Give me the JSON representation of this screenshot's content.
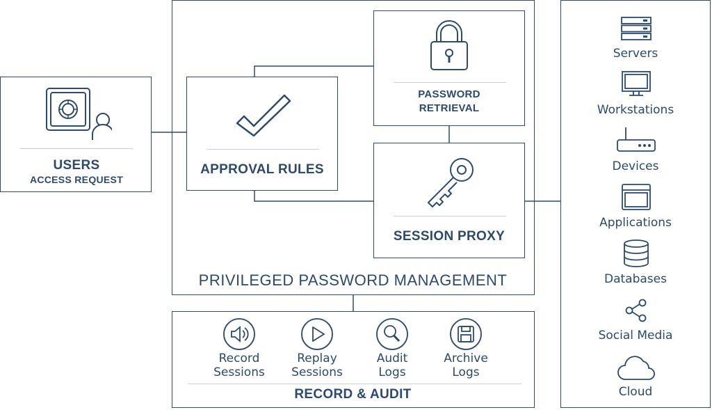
{
  "users": {
    "title": "USERS",
    "subtitle": "ACCESS REQUEST"
  },
  "approval": {
    "label": "APPROVAL RULES"
  },
  "password": {
    "line1": "PASSWORD",
    "line2": "RETRIEVAL"
  },
  "proxy": {
    "label": "SESSION PROXY"
  },
  "ppm": {
    "label": "PRIVILEGED PASSWORD MANAGEMENT"
  },
  "audit": {
    "label": "RECORD & AUDIT",
    "items": [
      {
        "line1": "Record",
        "line2": "Sessions",
        "icon": "speaker-icon"
      },
      {
        "line1": "Replay",
        "line2": "Sessions",
        "icon": "play-icon"
      },
      {
        "line1": "Audit",
        "line2": "Logs",
        "icon": "magnifier-icon"
      },
      {
        "line1": "Archive",
        "line2": "Logs",
        "icon": "floppy-icon"
      }
    ]
  },
  "targets": [
    {
      "label": "Servers",
      "icon": "server-icon"
    },
    {
      "label": "Workstations",
      "icon": "monitor-icon"
    },
    {
      "label": "Devices",
      "icon": "router-icon"
    },
    {
      "label": "Applications",
      "icon": "app-window-icon"
    },
    {
      "label": "Databases",
      "icon": "database-icon"
    },
    {
      "label": "Social Media",
      "icon": "share-icon"
    },
    {
      "label": "Cloud",
      "icon": "cloud-icon"
    }
  ],
  "colors": {
    "primary": "#2b4a6e",
    "separator": "#c8d0d9"
  }
}
